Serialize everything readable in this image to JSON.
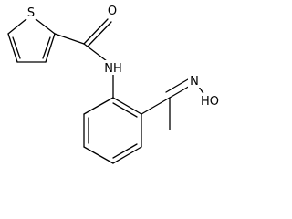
{
  "molecule": {
    "atoms": {
      "S": "S",
      "O": "O",
      "NH": "NH",
      "N": "N",
      "HO": "HO"
    }
  }
}
